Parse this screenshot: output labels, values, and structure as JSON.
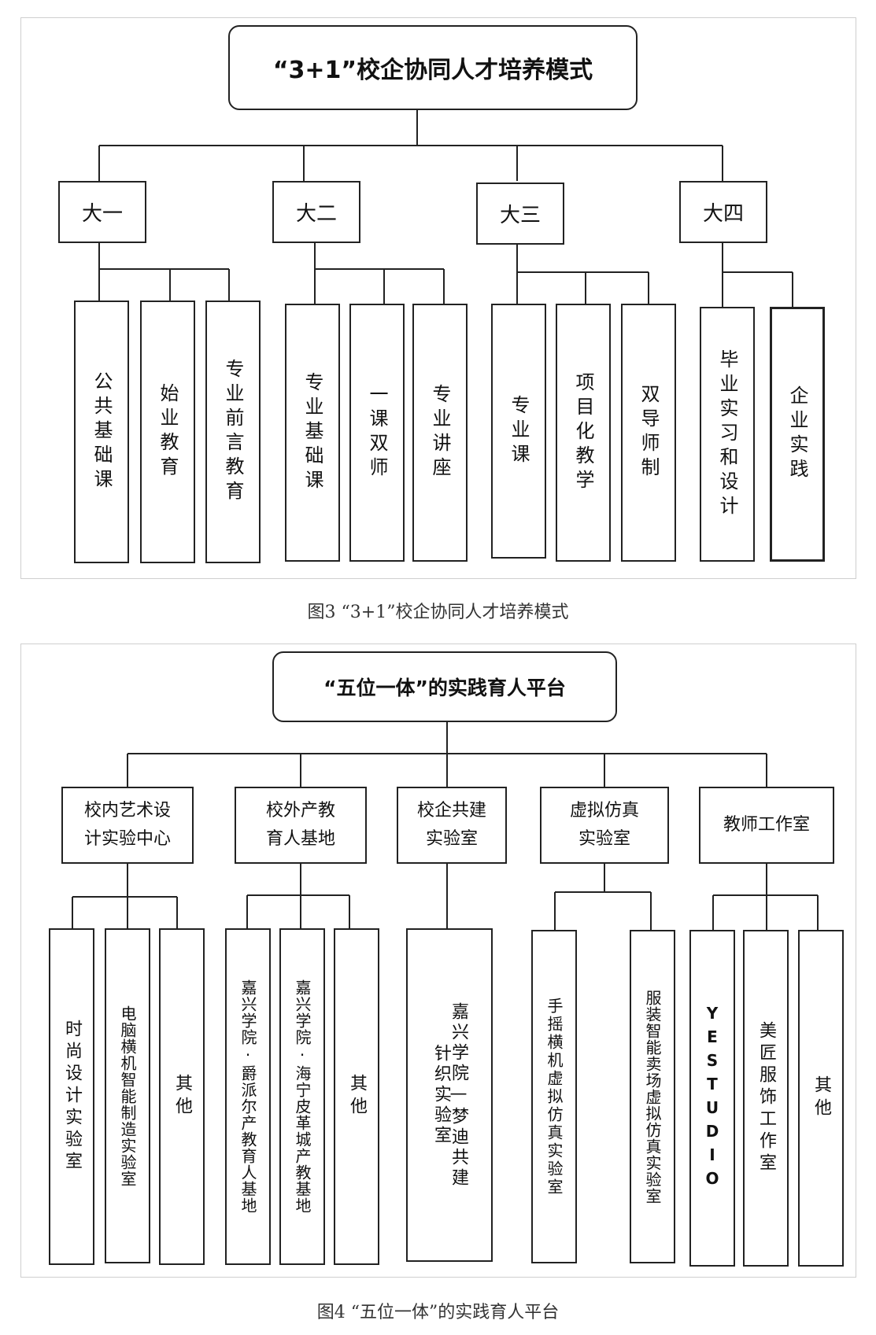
{
  "diagram1": {
    "title": "“3+1”校企协同人才培养模式",
    "years": [
      {
        "label": "大一",
        "items": [
          "公共基础课",
          "始业教育",
          "专业前言教育"
        ]
      },
      {
        "label": "大二",
        "items": [
          "专业基础课",
          "一课双师",
          "专业讲座"
        ]
      },
      {
        "label": "大三",
        "items": [
          "专业课",
          "项目化教学",
          "双导师制"
        ]
      },
      {
        "label": "大四",
        "items": [
          "毕业实习和设计",
          "企业实践"
        ]
      }
    ],
    "caption": "图3 “3+1”校企协同人才培养模式"
  },
  "diagram2": {
    "title": "“五位一体”的实践育人平台",
    "branches": [
      {
        "label": "校内艺术设计实验中心",
        "items": [
          "时尚设计实验室",
          "电脑横机智能制造实验室",
          "其他"
        ]
      },
      {
        "label": "校外产教育人基地",
        "items": [
          "嘉兴学院·爵派尔产教育人基地",
          "嘉兴学院·海宁皮革城产教基地",
          "其他"
        ]
      },
      {
        "label": "校企共建实验室",
        "items": [
          "嘉兴学院—梦迪共建针织实验室"
        ]
      },
      {
        "label": "虚拟仿真实验室",
        "items": [
          "手摇横机虚拟仿真实验室",
          "服装智能卖场虚拟仿真实验室"
        ]
      },
      {
        "label": "教师工作室",
        "items": [
          "YESTUDIO",
          "美匠服饰工作室",
          "其他"
        ]
      }
    ],
    "caption": "图4 “五位一体”的实践育人平台"
  }
}
